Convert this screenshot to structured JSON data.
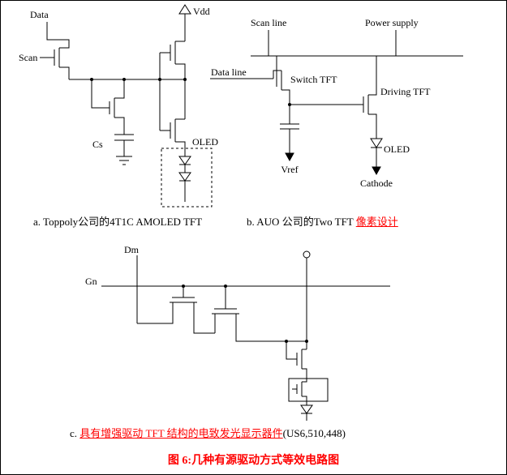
{
  "figure": {
    "caption_a": "a. Toppoly公司的4T1C AMOLED TFT",
    "caption_b": {
      "prefix": "b. AUO 公司的Two TFT ",
      "highlight": "像素设计"
    },
    "caption_c": {
      "prefix": "c. ",
      "highlight": "具有增强驱动 TFT 结构的电致发光显示器件",
      "suffix": "(US6,510,448)"
    },
    "title": "图 6:几种有源驱动方式等效电路图"
  },
  "circuit_a": {
    "labels": {
      "data": "Data",
      "scan": "Scan",
      "vdd": "Vdd",
      "cs": "Cs",
      "oled": "OLED"
    }
  },
  "circuit_b": {
    "labels": {
      "scan_line": "Scan line",
      "power_supply": "Power supply",
      "data_line": "Data line",
      "switch_tft": "Switch TFT",
      "driving_tft": "Driving TFT",
      "oled": "OLED",
      "vref": "Vref",
      "cathode": "Cathode"
    }
  },
  "circuit_c": {
    "labels": {
      "dm": "Dm",
      "gn": "Gn"
    }
  },
  "colors": {
    "highlight_red": "#ff0000",
    "ink": "#000000",
    "background": "#ffffff"
  }
}
